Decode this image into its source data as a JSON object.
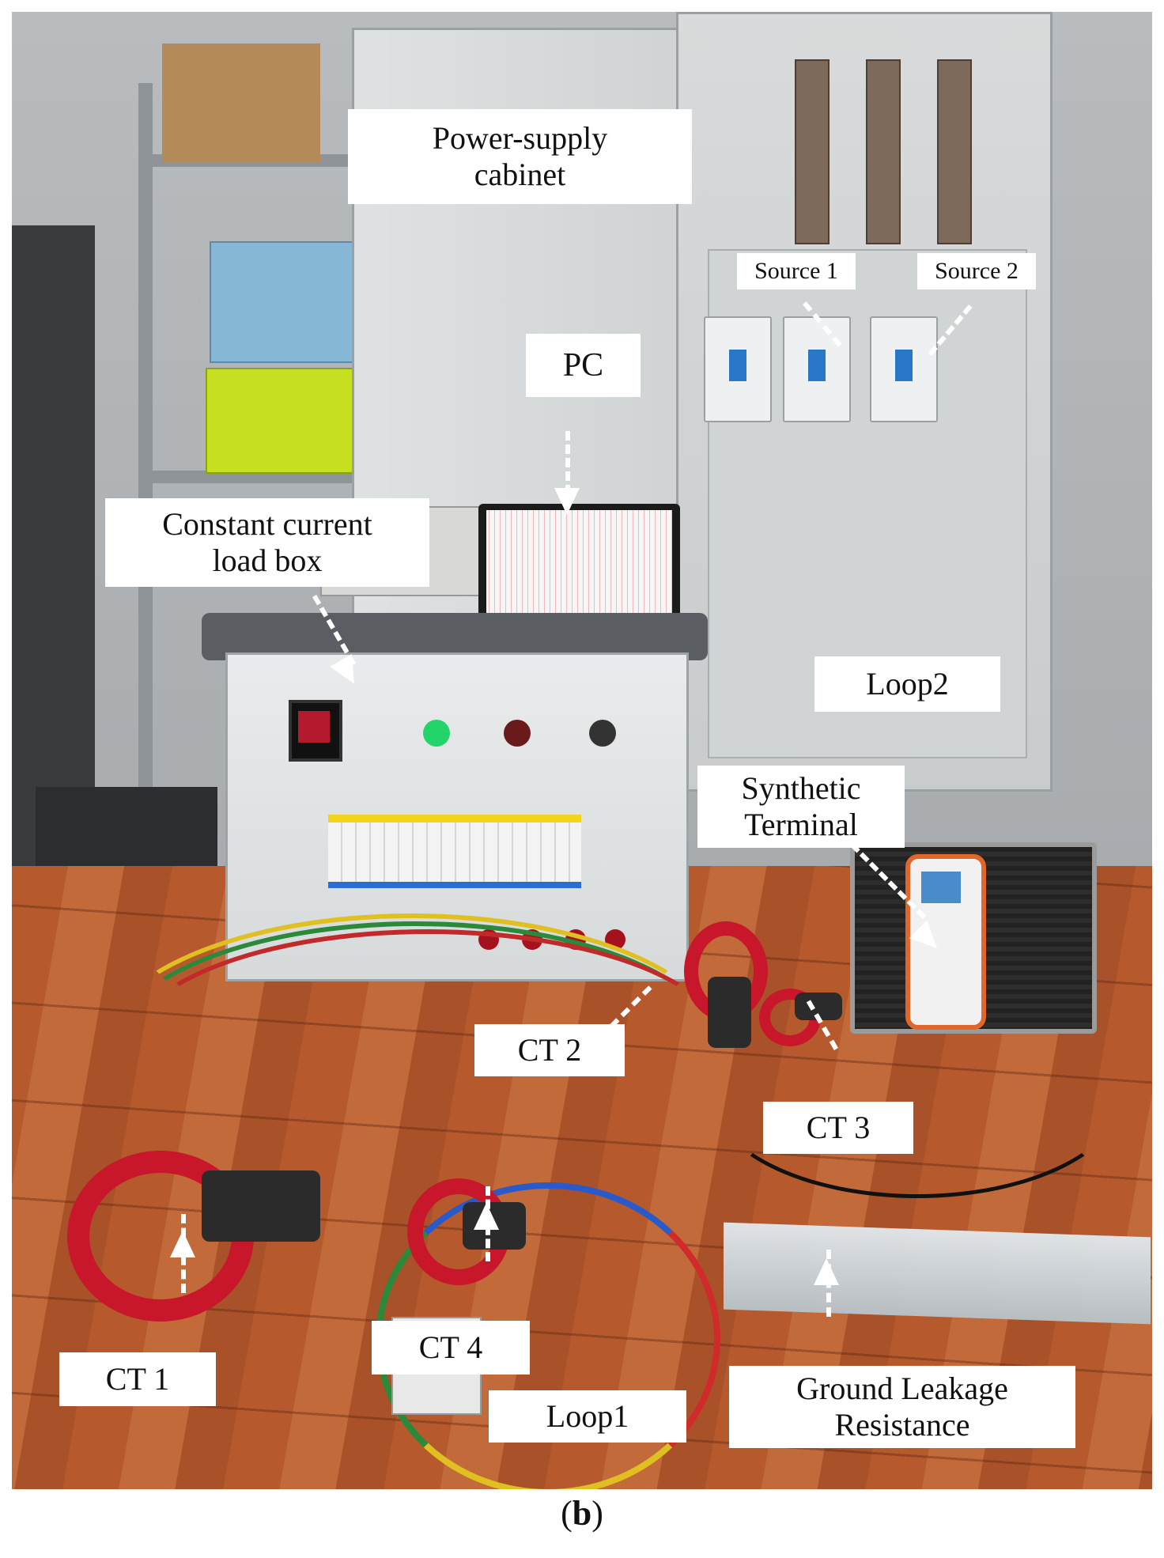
{
  "labels": {
    "power_supply_cabinet": "Power-supply\ncabinet",
    "source1": "Source 1",
    "source2": "Source 2",
    "pc": "PC",
    "constant_current_load_box": "Constant current\nload box",
    "loop2": "Loop2",
    "synthetic_terminal": "Synthetic\nTerminal",
    "ct2": "CT 2",
    "ct3": "CT 3",
    "ct1": "CT 1",
    "ct4": "CT 4",
    "loop1": "Loop1",
    "ground_leakage_resistance": "Ground Leakage\nResistance"
  },
  "caption": {
    "open": "(",
    "letter": "b",
    "close": ")"
  }
}
